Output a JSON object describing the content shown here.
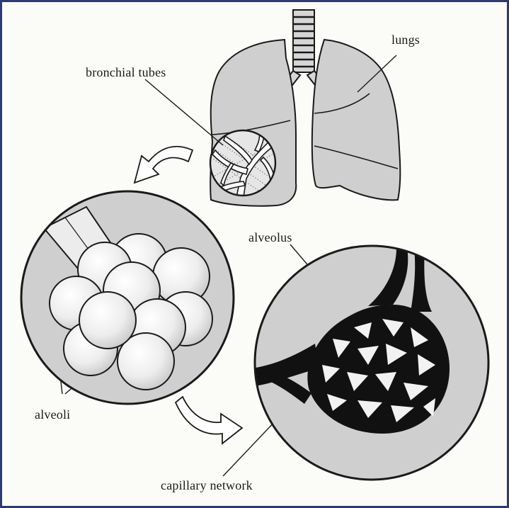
{
  "labels": {
    "bronchial_tubes": "bronchial tubes",
    "lungs": "lungs",
    "alveolus": "alveolus",
    "alveoli": "alveoli",
    "capillary_network": "capillary network"
  },
  "colors": {
    "fill_gray": "#cfcfcf",
    "outline": "#1a1a1a",
    "alveolus_white": "#f2f2f2",
    "background": "#fbfbf7",
    "border": "#2f3a6e"
  }
}
